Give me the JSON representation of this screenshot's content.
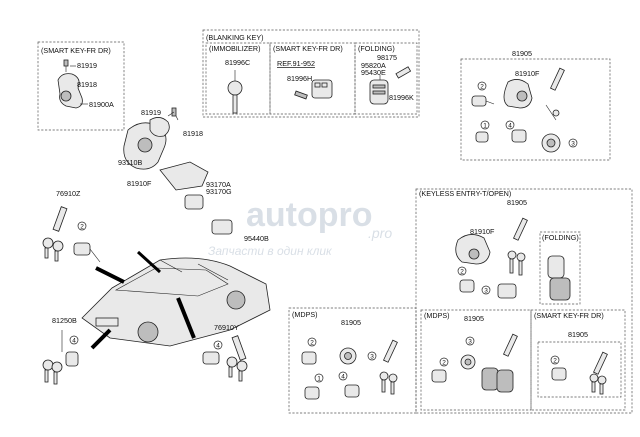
{
  "groups": {
    "smart_key_fr_dr_top": "(SMART KEY-FR DR)",
    "blanking_key": "(BLANKING KEY)",
    "immobilizer": "(IMMOBILIZER)",
    "smart_key_fr_dr_mid": "(SMART KEY-FR DR)",
    "folding_top": "(FOLDING)",
    "keyless_entry": "(KEYLESS ENTRY-T/OPEN)",
    "folding_inner": "(FOLDING)",
    "mdps_left": "(MDPS)",
    "mdps_mid": "(MDPS)",
    "smart_key_fr_dr_bottom": "(SMART KEY-FR DR)"
  },
  "parts": {
    "p81919_a": "81919",
    "p81918_a": "81918",
    "p81900a": "81900A",
    "p81996c": "81996C",
    "ref": "REF.91-952",
    "p81996h": "81996H",
    "p98175": "98175",
    "p95820a": "95820A",
    "p95430e": "95430E",
    "p81996k": "81996K",
    "p81905_top": "81905",
    "p81910f_top": "81910F",
    "p81919_b": "81919",
    "p81918_b": "81918",
    "p93110b": "93110B",
    "p81910f_mid": "81910F",
    "p93170a": "93170A",
    "p93170g": "93170G",
    "p76910z": "76910Z",
    "p95440b": "95440B",
    "p81905_keyless": "81905",
    "p81910f_keyless": "81910F",
    "p81250b": "81250B",
    "p76910y": "76910Y",
    "p81905_mdps_left": "81905",
    "p81905_mdps_mid": "81905",
    "p81905_smart_bottom": "81905"
  },
  "callouts": {
    "c1": "1",
    "c2": "2",
    "c3": "3",
    "c4": "4"
  },
  "watermark": {
    "brand": "autopro",
    "tagline": "Запчасти в один клик",
    "suffix": ".pro"
  }
}
